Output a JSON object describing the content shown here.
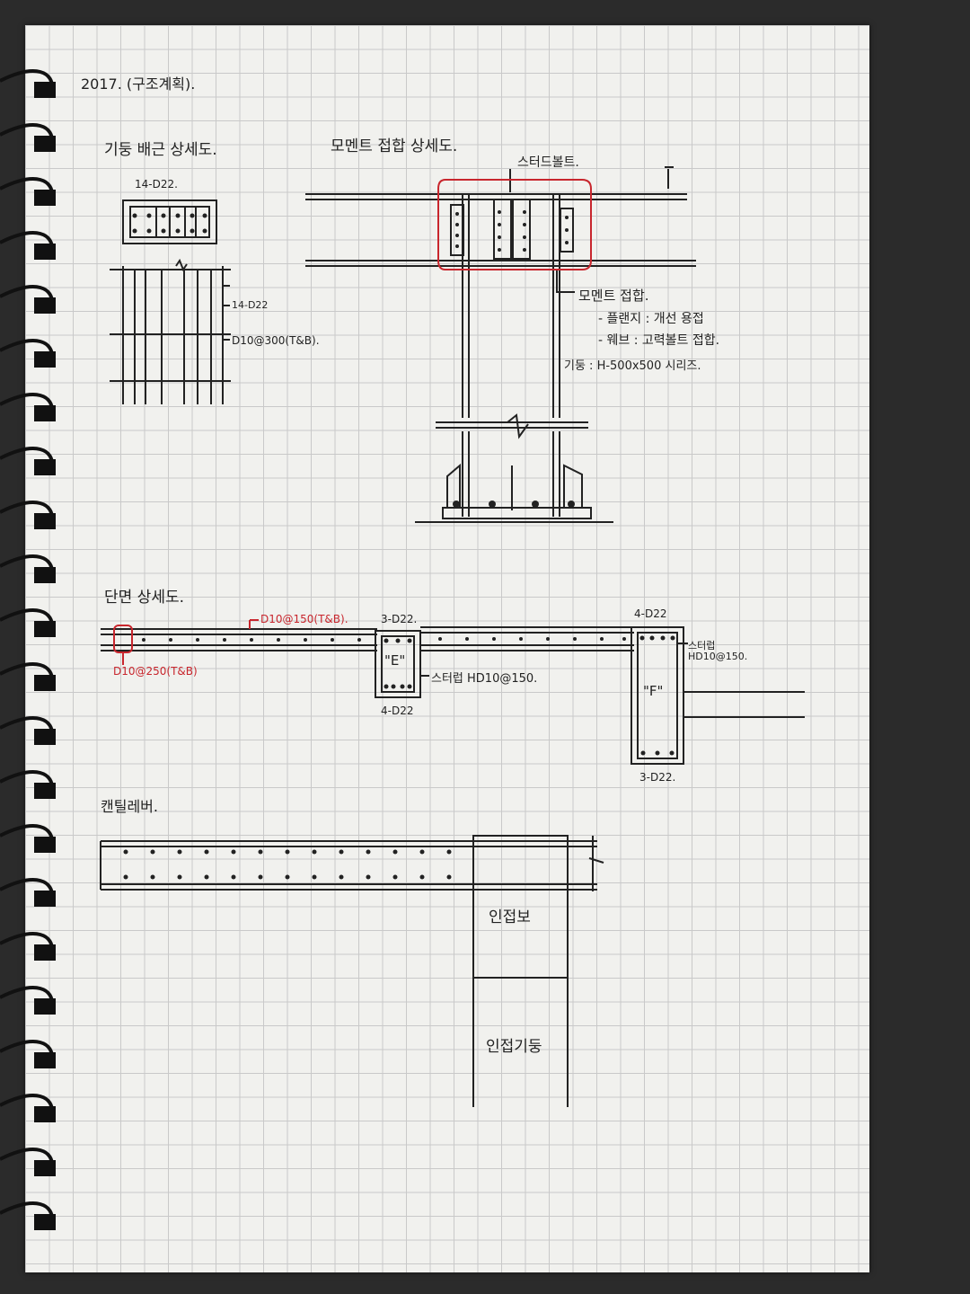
{
  "header": {
    "date": "2017. (구조계획)."
  },
  "section_column": {
    "title": "기둥 배근 상세도.",
    "top_label": "14-D22.",
    "label_1": "14-D22",
    "label_2": "D10@300(T&B)."
  },
  "section_moment": {
    "title": "모멘트 접합 상세도.",
    "stud_bolt": "스터드볼트.",
    "joint_title": "모멘트 접합.",
    "flange_note": "- 플랜지 : 개선 용접",
    "web_note": "- 웨브 : 고력볼트 접합.",
    "column_note": "기둥 : H-500x500 시리즈."
  },
  "section_beam": {
    "title": "단면 상세도.",
    "red_top": "D10@150(T&B).",
    "red_bottom": "D10@250(T&B)",
    "e_top": "3-D22.",
    "e_label": "\"E\"",
    "e_stirrup": "스터럽 HD10@150.",
    "e_bottom": "4-D22",
    "f_top": "4-D22",
    "f_stirrup_1": "스터럽",
    "f_stirrup_2": "HD10@150.",
    "f_label": "\"F\"",
    "f_bottom": "3-D22."
  },
  "section_cantilever": {
    "title": "캔틸레버.",
    "adjacent_beam": "인접보",
    "adjacent_column": "인접기둥"
  },
  "colors": {
    "ink": "#222222",
    "red_ink": "#c8262d",
    "paper": "#f1f1ee",
    "grid": "#c9c9c9"
  }
}
